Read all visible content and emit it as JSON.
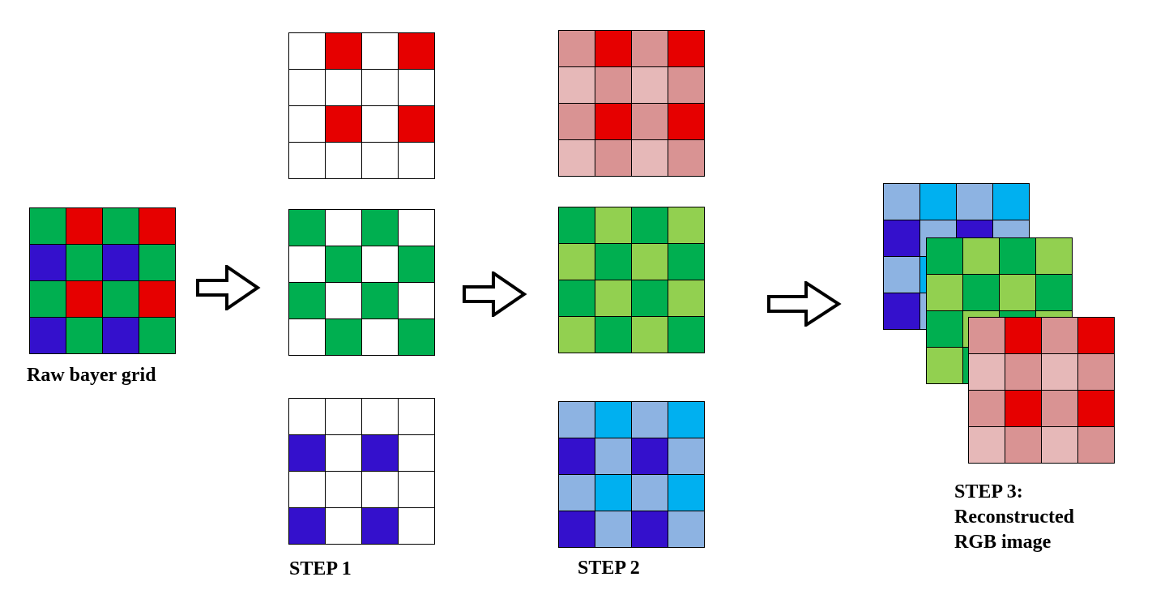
{
  "colors": {
    "R": "#e60000",
    "r": "#d99393",
    "q": "#e6b8b8",
    "G": "#00af50",
    "g": "#92d050",
    "B": "#3410cc",
    "b": "#8db3e2",
    "c": "#00b0f0",
    "W": "#ffffff"
  },
  "grids": {
    "raw": [
      "GRGR",
      "BGBG",
      "GRGR",
      "BGBG"
    ],
    "step1_red": [
      "WRWR",
      "WWWW",
      "WRWR",
      "WWWW"
    ],
    "step1_green": [
      "GWGW",
      "WGWG",
      "GWGW",
      "WGWG"
    ],
    "step1_blue": [
      "WWWW",
      "BWBW",
      "WWWW",
      "BWBW"
    ],
    "step2_red": [
      "rRrR",
      "qrqr",
      "rRrR",
      "qrqr"
    ],
    "step2_green": [
      "GgGg",
      "gGgG",
      "GgGg",
      "gGgG"
    ],
    "step2_blue": [
      "bcbc",
      "BbBb",
      "bcbc",
      "BbBb"
    ],
    "step3_blue": [
      "bcbc",
      "BbBb",
      "bcbc",
      "BbBb"
    ],
    "step3_green": [
      "GgGg",
      "gGgG",
      "GgGg",
      "gGgG"
    ],
    "step3_red": [
      "rRrR",
      "qrqr",
      "rRrR",
      "qrqr"
    ]
  },
  "labels": {
    "raw": "Raw bayer grid",
    "step1": "STEP 1",
    "step2": "STEP 2",
    "step3_line1": "STEP 3:",
    "step3_line2": "Reconstructed",
    "step3_line3": "RGB image"
  }
}
